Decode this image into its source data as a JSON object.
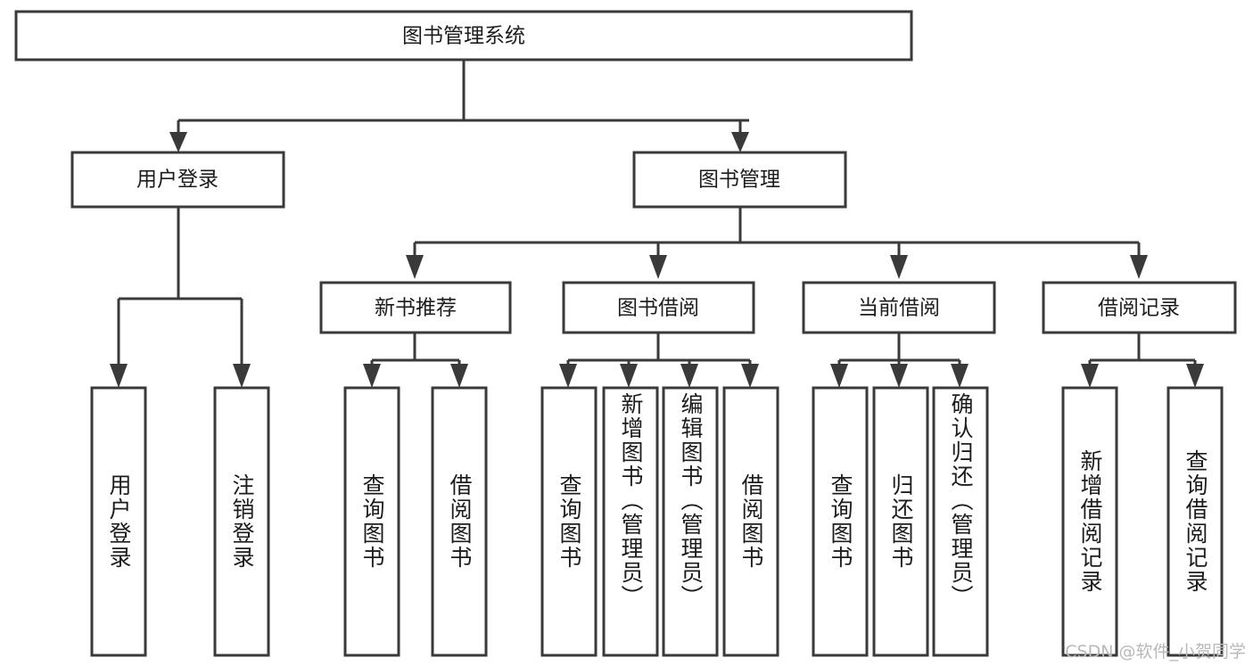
{
  "diagram": {
    "title": "图书管理系统",
    "type": "hierarchy-tree",
    "watermark": "CSDN @软件_小贺同学",
    "colors": {
      "stroke": "#3a3a3a",
      "text": "#1c1c1c",
      "background": "#ffffff",
      "watermark": "#b9b9b9"
    },
    "root": {
      "id": "root",
      "label": "图书管理系统"
    },
    "level2": [
      {
        "id": "user-login",
        "label": "用户登录"
      },
      {
        "id": "book-manage",
        "label": "图书管理"
      }
    ],
    "level3": [
      {
        "id": "new-book-rec",
        "label": "新书推荐",
        "parent": "book-manage"
      },
      {
        "id": "book-borrow",
        "label": "图书借阅",
        "parent": "book-manage"
      },
      {
        "id": "current-borrow",
        "label": "当前借阅",
        "parent": "book-manage"
      },
      {
        "id": "borrow-record",
        "label": "借阅记录",
        "parent": "book-manage"
      }
    ],
    "leaves": [
      {
        "id": "leaf-user-login",
        "label": "用户登录",
        "parent": "user-login"
      },
      {
        "id": "leaf-user-logout",
        "label": "注销登录",
        "parent": "user-login"
      },
      {
        "id": "leaf-query-book-1",
        "label": "查询图书",
        "parent": "new-book-rec"
      },
      {
        "id": "leaf-borrow-book-1",
        "label": "借阅图书",
        "parent": "new-book-rec"
      },
      {
        "id": "leaf-query-book-2",
        "label": "查询图书",
        "parent": "book-borrow"
      },
      {
        "id": "leaf-add-book",
        "label": "新增图书（管理员）",
        "parent": "book-borrow"
      },
      {
        "id": "leaf-edit-book",
        "label": "编辑图书（管理员）",
        "parent": "book-borrow"
      },
      {
        "id": "leaf-borrow-book-2",
        "label": "借阅图书",
        "parent": "book-borrow"
      },
      {
        "id": "leaf-query-book-3",
        "label": "查询图书",
        "parent": "current-borrow"
      },
      {
        "id": "leaf-return-book",
        "label": "归还图书",
        "parent": "current-borrow"
      },
      {
        "id": "leaf-confirm-return",
        "label": "确认归还（管理员）",
        "parent": "current-borrow"
      },
      {
        "id": "leaf-add-record",
        "label": "新增借阅记录",
        "parent": "borrow-record"
      },
      {
        "id": "leaf-query-record",
        "label": "查询借阅记录",
        "parent": "borrow-record"
      }
    ]
  }
}
